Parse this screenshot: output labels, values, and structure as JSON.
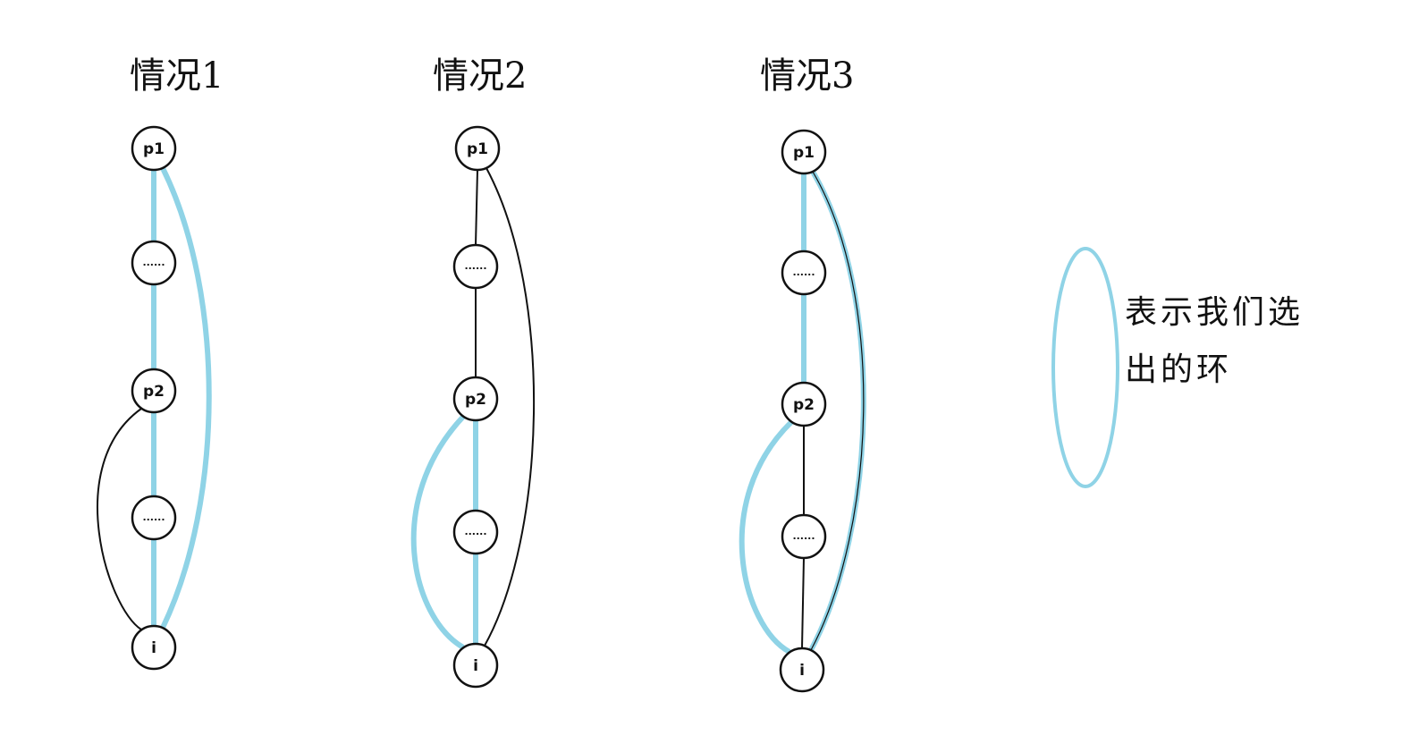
{
  "colors": {
    "highlight": "#8fd3e6",
    "edge": "#111111",
    "node_fill": "#ffffff"
  },
  "cases": [
    {
      "title": "情况1",
      "nodes": {
        "top": "p1",
        "mid1": "......",
        "p2": "p2",
        "mid2": "......",
        "bottom": "i"
      },
      "chain_highlight": [
        true,
        true,
        true,
        true
      ],
      "left_arc": "black",
      "right_arc": "blue"
    },
    {
      "title": "情况2",
      "nodes": {
        "top": "p1",
        "mid1": "......",
        "p2": "p2",
        "mid2": "......",
        "bottom": "i"
      },
      "chain_highlight": [
        false,
        false,
        true,
        true
      ],
      "left_arc": "blue",
      "right_arc": "black"
    },
    {
      "title": "情况3",
      "nodes": {
        "top": "p1",
        "mid1": "......",
        "p2": "p2",
        "mid2": "......",
        "bottom": "i"
      },
      "chain_highlight": [
        true,
        true,
        false,
        false
      ],
      "left_arc": "blue",
      "right_arc": "both"
    }
  ],
  "legend": {
    "line1": "表示我们选",
    "line2": "出的环"
  }
}
